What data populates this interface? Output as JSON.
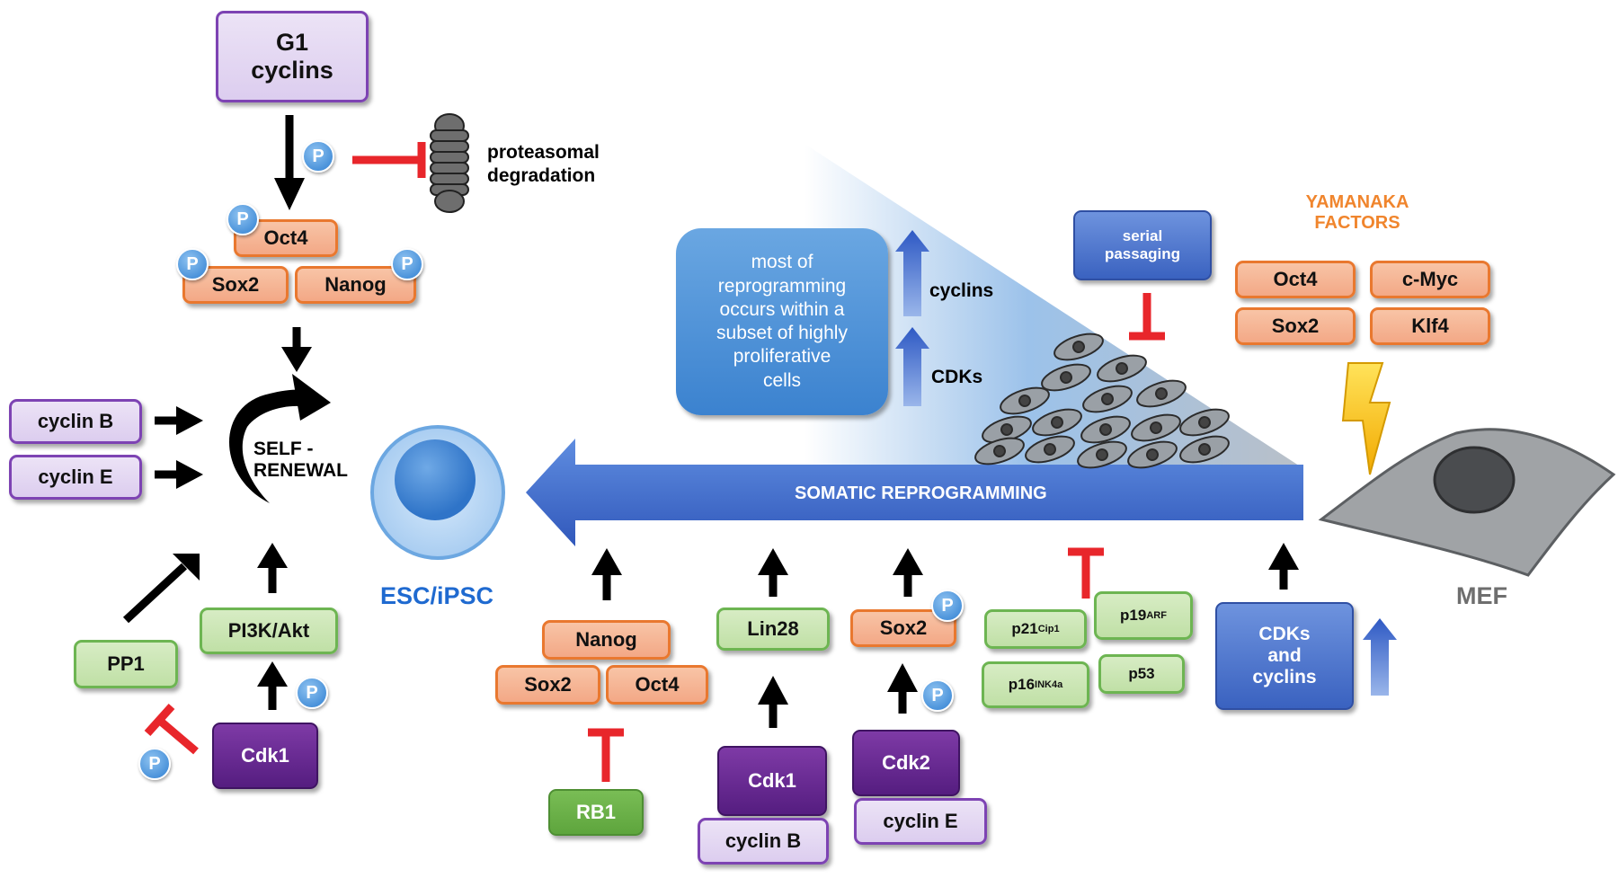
{
  "g1_cyclins": "G1\ncyclins",
  "proteasomal": "proteasomal\ndegradation",
  "oct4_top": "Oct4",
  "sox2_top": "Sox2",
  "nanog_top": "Nanog",
  "cyclin_b_left": "cyclin B",
  "cyclin_e_left": "cyclin E",
  "self_renewal": "SELF -\nRENEWAL",
  "pp1": "PP1",
  "pi3k": "PI3K/Akt",
  "cdk1_left": "Cdk1",
  "esc_label": "ESC/iPSC",
  "info_box": "most of\nreprogramming\noccurs within a\nsubset of highly\nproliferative\ncells",
  "cyclins_up": "cyclins",
  "cdks_up": "CDKs",
  "serial_passaging": "serial\npassaging",
  "yamanaka_title": "YAMANAKA\nFACTORS",
  "yamanaka": [
    "Oct4",
    "c-Myc",
    "Sox2",
    "Klf4"
  ],
  "somatic": "SOMATIC REPROGRAMMING",
  "mef": "MEF",
  "nanog_bot": "Nanog",
  "sox2_bot": "Sox2",
  "oct4_bot": "Oct4",
  "rb1": "RB1",
  "lin28": "Lin28",
  "cdk1_bot": "Cdk1",
  "cyclin_b_bot": "cyclin B",
  "sox2_mid": "Sox2",
  "cdk2": "Cdk2",
  "cyclin_e_bot": "cyclin E",
  "p21": {
    "main": "p21",
    "sup": "Cip1"
  },
  "p19": {
    "main": "p19",
    "sup": "ARF"
  },
  "p16": {
    "main": "p16",
    "sup": "INK4a"
  },
  "p53": "p53",
  "cdks_and_cyclins": "CDKs\nand\ncyclins",
  "p_letter": "P",
  "colors": {
    "orange_border": "#e9782f",
    "green_border": "#6db552",
    "purple": "#7d43b3",
    "blue": "#3a62c0",
    "inhibit_red": "#e8262b",
    "yamanaka_orange": "#f0852d"
  }
}
